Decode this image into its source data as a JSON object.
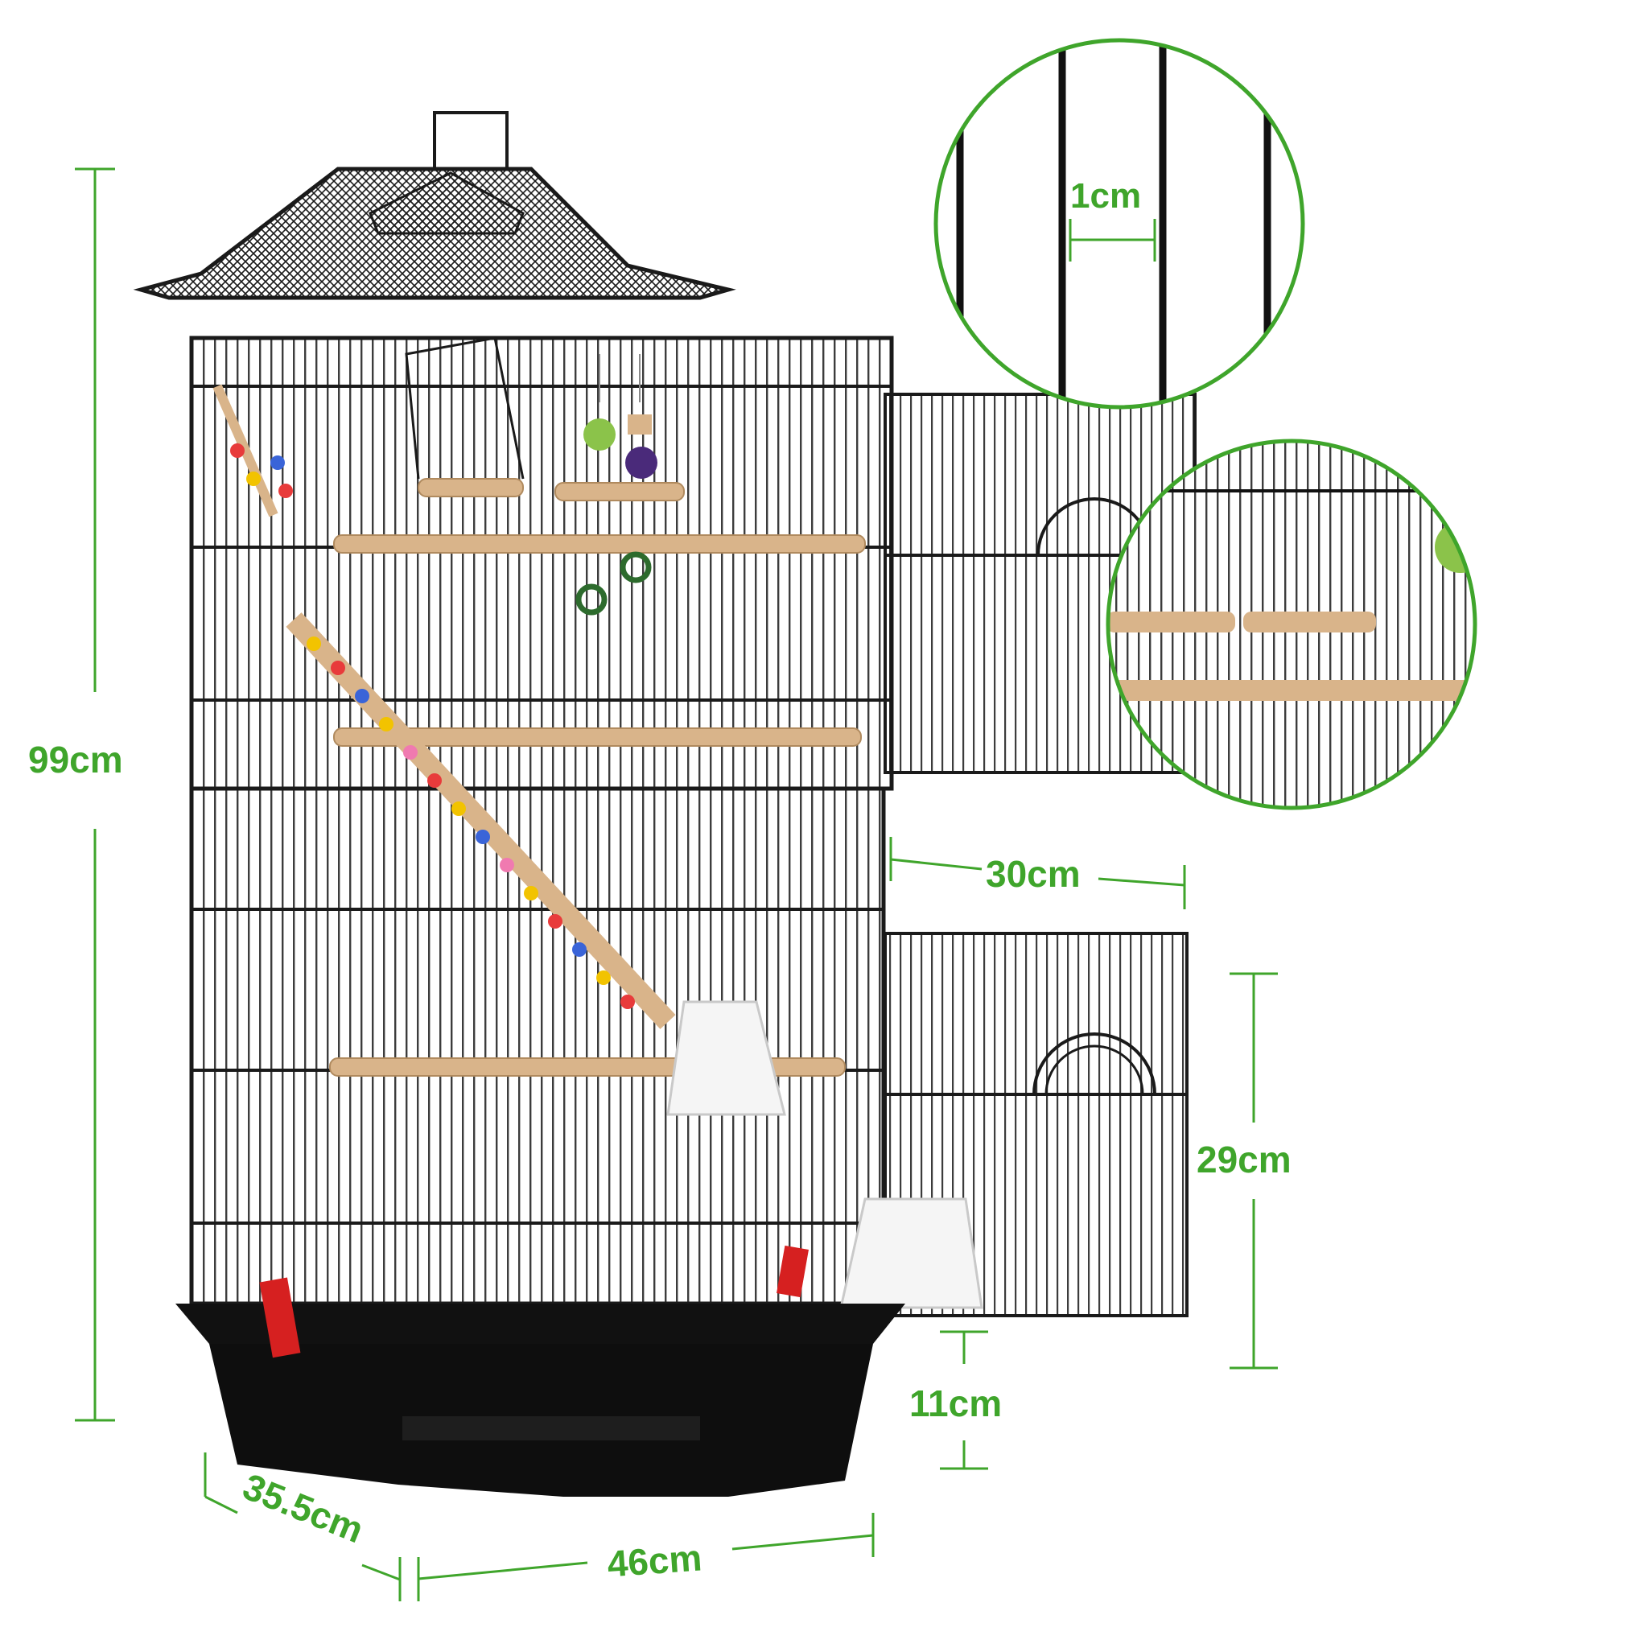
{
  "product": {
    "name": "bird cage",
    "body_color": "#1a1a1a",
    "accent_color": "#3fa52b",
    "perch_color": "#d9b48a",
    "clip_color": "#d62020"
  },
  "dimensions": {
    "total_height": "99cm",
    "depth": "35.5cm",
    "width": "46cm",
    "door_gap": "30cm",
    "door_height": "29cm",
    "feeder_height": "11cm",
    "bar_spacing": "1cm"
  },
  "callouts": [
    {
      "id": "bar-spacing-zoom",
      "shows": "bar spacing"
    },
    {
      "id": "toys-zoom",
      "shows": "perches and toys"
    }
  ]
}
